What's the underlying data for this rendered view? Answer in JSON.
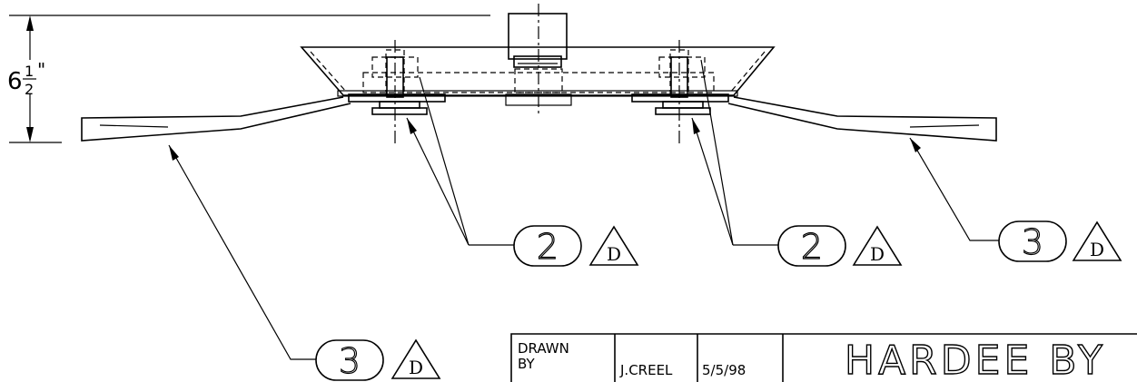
{
  "dimension": {
    "whole": "6",
    "numerator": "1",
    "denominator": "2",
    "unit": "\""
  },
  "callouts": {
    "part_2": "2",
    "part_3": "3",
    "revision": "D"
  },
  "title_block": {
    "drawn_by_label": "DRAWN BY",
    "drawn_by_line1": "DRAWN",
    "drawn_by_line2": "BY",
    "drafter": "J.CREEL",
    "date": "5/5/98",
    "title": "HARDEE BY"
  }
}
